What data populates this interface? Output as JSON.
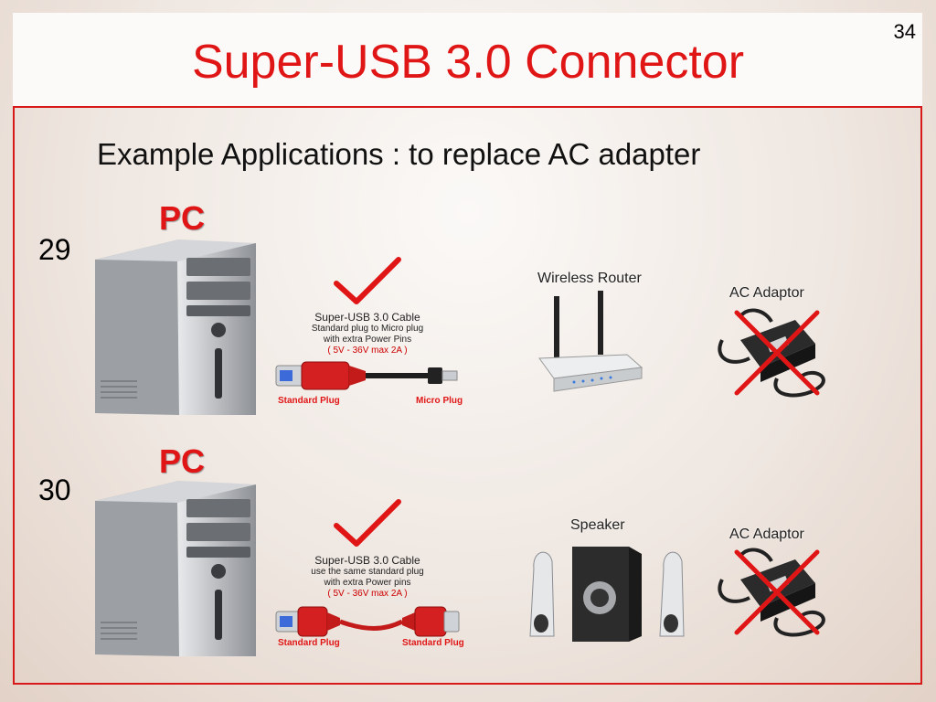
{
  "slide": {
    "title": "Super-USB 3.0 Connector",
    "page_number": "34",
    "subtitle": "Example Applications : to replace AC adapter"
  },
  "rows": [
    {
      "number": "29",
      "pc_label": "PC",
      "cable": {
        "title": "Super-USB 3.0 Cable",
        "line1": "Standard plug to Micro plug",
        "line2": "with extra Power Pins",
        "line3": "( 5V - 36V  max 2A )",
        "left_plug": "Standard Plug",
        "right_plug": "Micro Plug"
      },
      "device_label": "Wireless Router",
      "replaced_label": "AC Adaptor"
    },
    {
      "number": "30",
      "pc_label": "PC",
      "cable": {
        "title": "Super-USB 3.0 Cable",
        "line1": "use the same standard plug",
        "line2": "with extra Power pins",
        "line3": "( 5V - 36V  max 2A )",
        "left_plug": "Standard Plug",
        "right_plug": "Standard Plug"
      },
      "device_label": "Speaker",
      "replaced_label": "AC Adaptor"
    }
  ],
  "colors": {
    "accent": "#e01616",
    "check": "#e01616"
  },
  "icons": [
    "pc-tower-icon",
    "checkmark-icon",
    "usb-cable-icon",
    "router-icon",
    "speaker-icon",
    "ac-adaptor-icon",
    "cross-icon"
  ]
}
